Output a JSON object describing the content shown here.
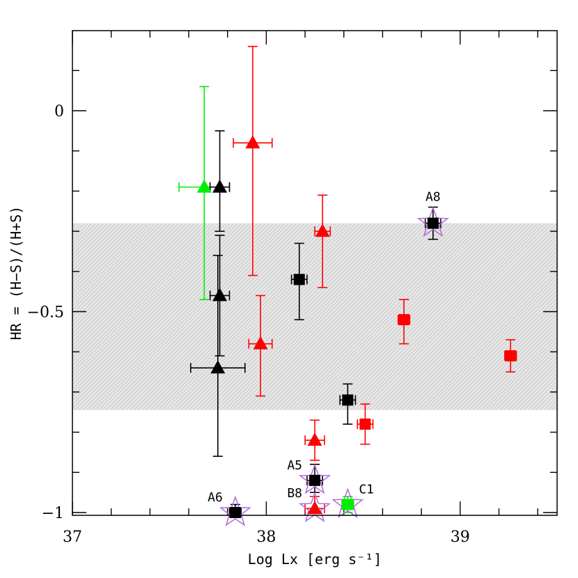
{
  "chart_data": {
    "type": "scatter",
    "title": "",
    "xlabel": "Log Lx [erg s⁻¹]",
    "ylabel": "HR = (H−S)/(H+S)",
    "xlim": [
      37.0,
      39.5
    ],
    "ylim": [
      -1.0,
      0.2
    ],
    "x_ticks": [
      {
        "value": 37,
        "label": "37"
      },
      {
        "value": 38,
        "label": "38"
      },
      {
        "value": 39,
        "label": "39"
      }
    ],
    "y_ticks": [
      {
        "value": -1,
        "label": "−1"
      },
      {
        "value": -0.5,
        "label": "−0.5"
      },
      {
        "value": 0,
        "label": "0"
      }
    ],
    "x_minor_step": 0.2,
    "y_minor_step": 0.1,
    "grid": false,
    "shaded_band": {
      "y_min": -0.745,
      "y_max": -0.28,
      "color": "#bfbfbf"
    },
    "colors": {
      "red": "#ff0000",
      "black": "#000000",
      "green": "#00ee00",
      "star": "#b06ad8"
    },
    "points": [
      {
        "x": 37.93,
        "y": -0.08,
        "xerr": 0.1,
        "yerr_lo": 0.33,
        "yerr_hi": 0.24,
        "marker": "triangle",
        "color": "red"
      },
      {
        "x": 37.68,
        "y": -0.19,
        "xerr": 0.13,
        "yerr_lo": 0.28,
        "yerr_hi": 0.25,
        "marker": "triangle",
        "color": "green"
      },
      {
        "x": 37.76,
        "y": -0.19,
        "xerr": 0.05,
        "yerr_lo": 0.11,
        "yerr_hi": 0.14,
        "marker": "triangle",
        "color": "black"
      },
      {
        "x": 37.76,
        "y": -0.46,
        "xerr": 0.05,
        "yerr_lo": 0.15,
        "yerr_hi": 0.15,
        "marker": "triangle",
        "color": "black"
      },
      {
        "x": 37.75,
        "y": -0.64,
        "xerr": 0.14,
        "yerr_lo": 0.22,
        "yerr_hi": 0.28,
        "marker": "triangle",
        "color": "black"
      },
      {
        "x": 37.97,
        "y": -0.58,
        "xerr": 0.06,
        "yerr_lo": 0.13,
        "yerr_hi": 0.12,
        "marker": "triangle",
        "color": "red"
      },
      {
        "x": 38.29,
        "y": -0.3,
        "xerr": 0.04,
        "yerr_lo": 0.14,
        "yerr_hi": 0.09,
        "marker": "triangle",
        "color": "red"
      },
      {
        "x": 38.17,
        "y": -0.42,
        "xerr": 0.04,
        "yerr_lo": 0.1,
        "yerr_hi": 0.09,
        "marker": "square",
        "color": "black"
      },
      {
        "x": 38.86,
        "y": -0.28,
        "xerr": 0.04,
        "yerr_lo": 0.04,
        "yerr_hi": 0.04,
        "marker": "square",
        "color": "black",
        "star": true,
        "label": "A8"
      },
      {
        "x": 38.71,
        "y": -0.52,
        "xerr": 0.03,
        "yerr_lo": 0.06,
        "yerr_hi": 0.05,
        "marker": "square",
        "color": "red"
      },
      {
        "x": 39.26,
        "y": -0.61,
        "xerr": 0.03,
        "yerr_lo": 0.04,
        "yerr_hi": 0.04,
        "marker": "square",
        "color": "red"
      },
      {
        "x": 38.42,
        "y": -0.72,
        "xerr": 0.04,
        "yerr_lo": 0.06,
        "yerr_hi": 0.04,
        "marker": "square",
        "color": "black"
      },
      {
        "x": 38.51,
        "y": -0.78,
        "xerr": 0.04,
        "yerr_lo": 0.05,
        "yerr_hi": 0.05,
        "marker": "square",
        "color": "red"
      },
      {
        "x": 38.25,
        "y": -0.82,
        "xerr": 0.05,
        "yerr_lo": 0.05,
        "yerr_hi": 0.05,
        "marker": "triangle",
        "color": "red"
      },
      {
        "x": 38.25,
        "y": -0.92,
        "xerr": 0.04,
        "yerr_lo": 0.03,
        "yerr_hi": 0.04,
        "marker": "square",
        "color": "black",
        "star": true,
        "label": "A5"
      },
      {
        "x": 38.25,
        "y": -0.99,
        "xerr": 0.05,
        "yerr_lo": 0.01,
        "yerr_hi": 0.03,
        "marker": "triangle",
        "color": "red",
        "star": true,
        "label": "B8"
      },
      {
        "x": 38.42,
        "y": -0.98,
        "xerr": 0.03,
        "yerr_lo": 0.02,
        "yerr_hi": 0.02,
        "marker": "square",
        "color": "green",
        "star": true,
        "label": "C1"
      },
      {
        "x": 37.84,
        "y": -1.0,
        "xerr": 0.03,
        "yerr_lo": 0.0,
        "yerr_hi": 0.02,
        "marker": "square",
        "color": "black",
        "star": true,
        "label": "A6"
      }
    ]
  }
}
